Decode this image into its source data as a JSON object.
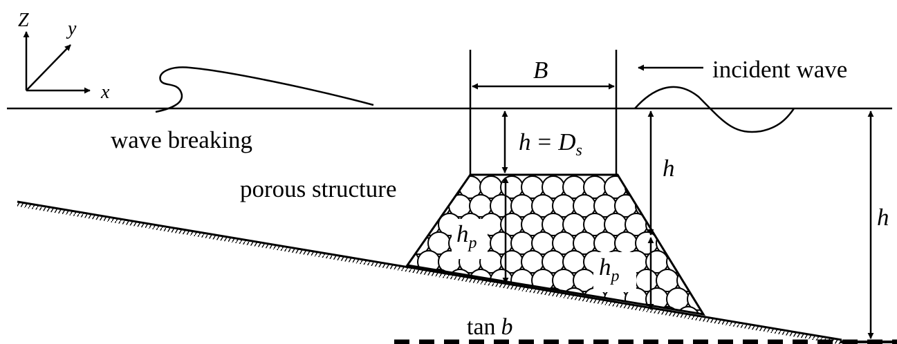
{
  "axes": {
    "z": "Z",
    "y": "y",
    "x": "x"
  },
  "labels": {
    "wave_breaking": "wave breaking",
    "incident_wave": "incident wave",
    "porous_structure": "porous structure",
    "slope": {
      "prefix": "tan",
      "var": "b"
    }
  },
  "dimensions": {
    "crest_width": "B",
    "submergence": {
      "lhs": "h",
      "eq": "=",
      "rhs": "D",
      "sub": "s"
    },
    "depth_at_toe": "h",
    "total_depth": "h",
    "porous_height_left": {
      "main": "h",
      "sub": "p"
    },
    "porous_height_right": {
      "main": "h",
      "sub": "p"
    }
  },
  "colors": {
    "line": "#000000",
    "background": "#ffffff"
  }
}
